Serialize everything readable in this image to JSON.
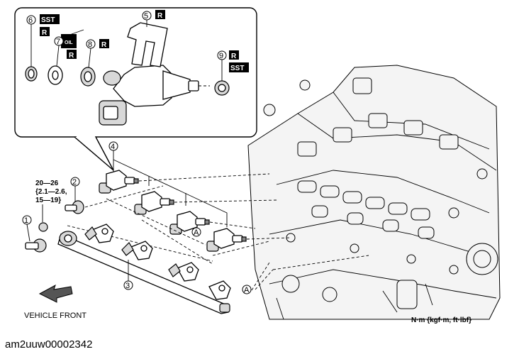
{
  "callouts": {
    "n1": "1",
    "n2": "2",
    "n3": "3",
    "n4": "4",
    "n5": "5",
    "n6": "6",
    "n7": "7",
    "n8": "8",
    "n9": "9"
  },
  "badges": {
    "sst": "SST",
    "r": "R",
    "oil": "OIL"
  },
  "reference_mark": "A",
  "torque_spec": {
    "line1": "20—26",
    "line2": "{2.1—2.6,",
    "line3": "15—19}"
  },
  "direction_label": "VEHICLE FRONT",
  "units_legend": "N·m {kgf·m, ft·lbf}",
  "figure_id": "am2uuw00002342"
}
